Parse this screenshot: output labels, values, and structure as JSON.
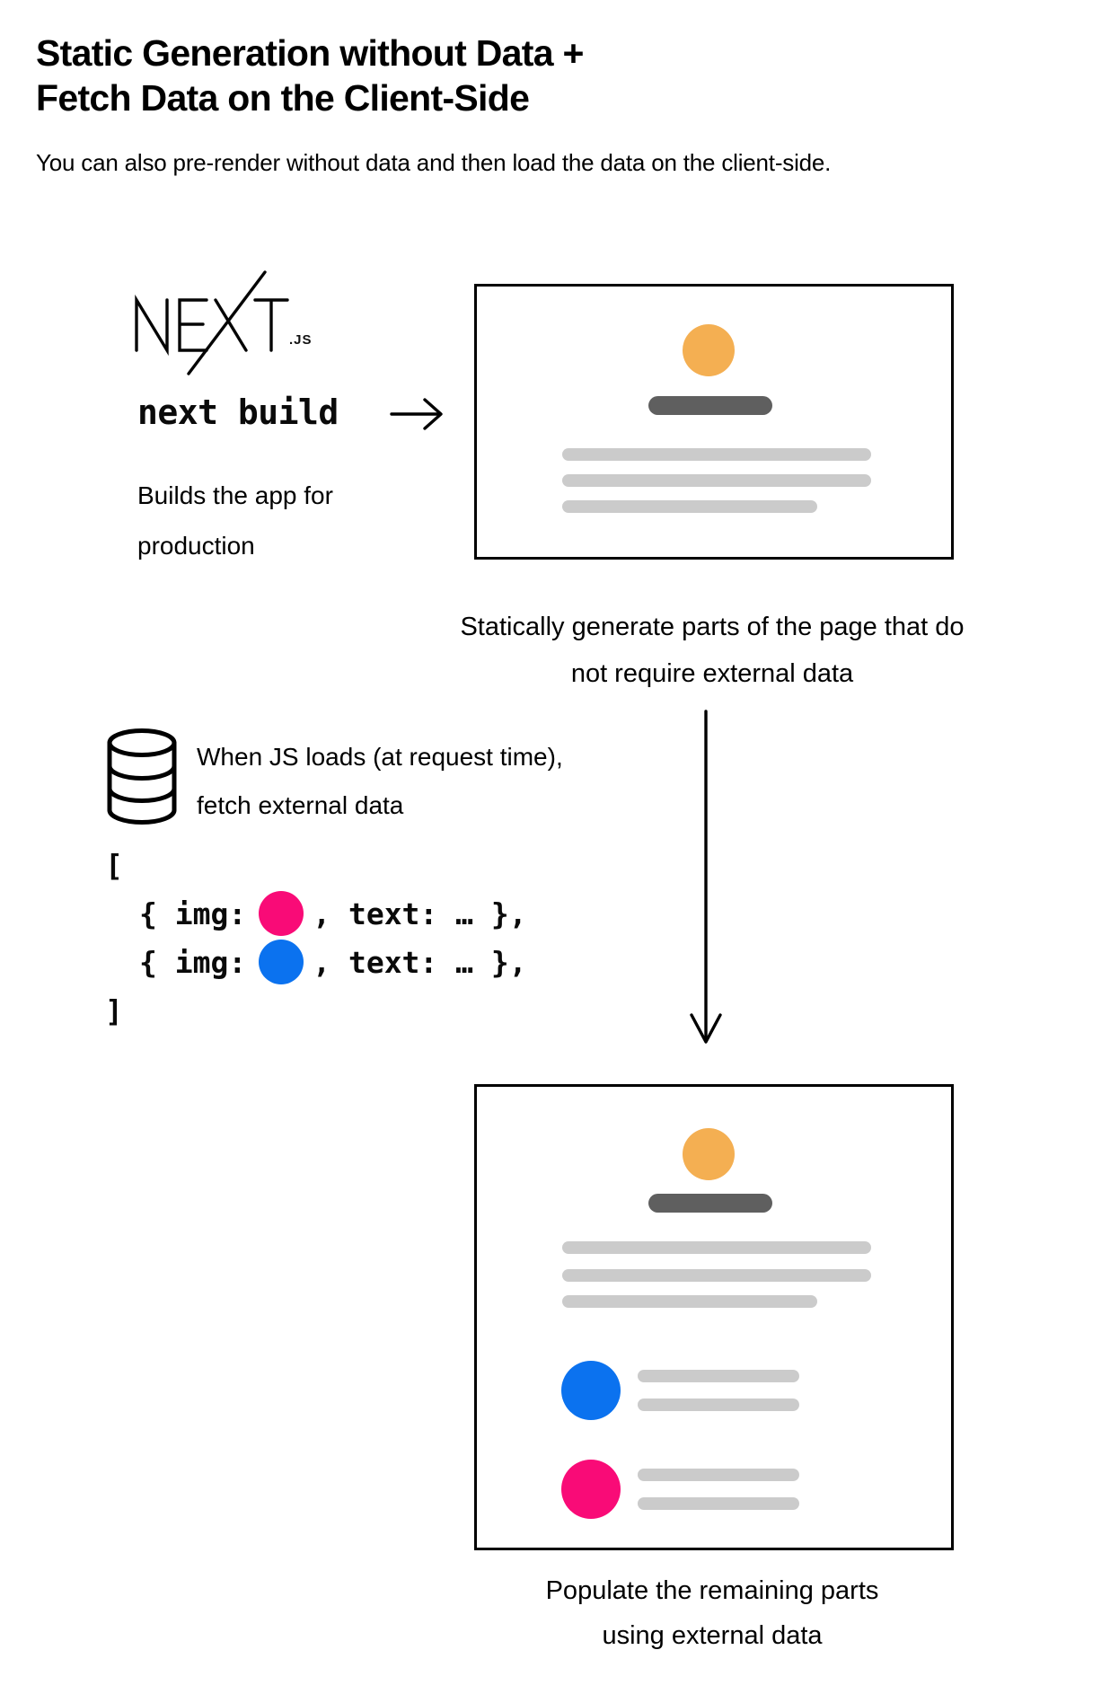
{
  "page": {
    "title_line1": "Static Generation without Data +",
    "title_line2": "Fetch Data on the Client-Side",
    "subtitle": "You can also pre-render without data and then load the data on the client-side."
  },
  "build_step": {
    "logo_text": "NEXT",
    "logo_suffix": ".JS",
    "command": "next build",
    "description_line1": "Builds the app for",
    "description_line2": "production"
  },
  "caption_static": {
    "line1": "Statically generate parts of the page that do",
    "line2": "not require external data"
  },
  "fetch_step": {
    "text_line1": "When JS loads (at request time),",
    "text_line2": "fetch external data",
    "code_open": "[",
    "code_item_prefix": "{ img:",
    "code_item_suffix": ", text: … },",
    "code_close": "]"
  },
  "caption_populated": {
    "line1": "Populate the remaining parts",
    "line2": "using external data"
  },
  "colors": {
    "ink": "#000000",
    "orange": "#F4AF52",
    "pink": "#F90B77",
    "blue": "#0B72EF",
    "dark-bar": "#5F5F5F",
    "light-bar": "#CBCBCB"
  }
}
